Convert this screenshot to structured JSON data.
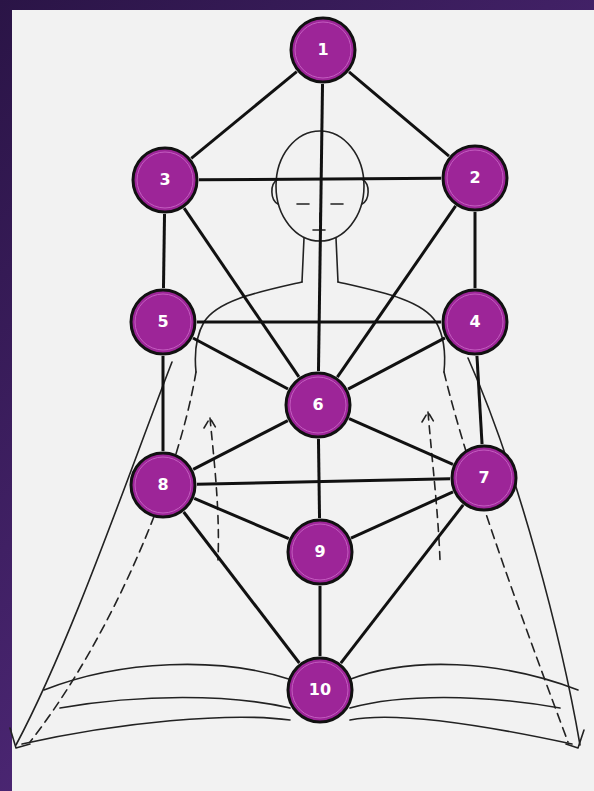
{
  "diagram": {
    "nodes": [
      {
        "text": [
          "1"
        ]
      },
      {
        "text": [
          "3"
        ]
      },
      {
        "text": [
          "2"
        ]
      },
      {
        "text": [
          "5"
        ]
      },
      {
        "text": [
          "4"
        ]
      },
      {
        "text": [
          "6"
        ]
      },
      {
        "text": [
          "8"
        ]
      },
      {
        "text": [
          "7"
        ]
      },
      {
        "text": [
          "9"
        ]
      },
      {
        "text": [
          "10"
        ]
      }
    ],
    "edges": [
      {
        "from": 0,
        "to": 1,
        "arrow": "none"
      },
      {
        "from": 0,
        "to": 2,
        "arrow": "none"
      },
      {
        "from": 0,
        "to": 5,
        "arrow": "none"
      },
      {
        "from": 1,
        "to": 2,
        "arrow": "none"
      },
      {
        "from": 1,
        "to": 3,
        "arrow": "none"
      },
      {
        "from": 1,
        "to": 5,
        "arrow": "none"
      },
      {
        "from": 2,
        "to": 4,
        "arrow": "none"
      },
      {
        "from": 2,
        "to": 5,
        "arrow": "none"
      },
      {
        "from": 3,
        "to": 4,
        "arrow": "none"
      },
      {
        "from": 3,
        "to": 5,
        "arrow": "none"
      },
      {
        "from": 4,
        "to": 5,
        "arrow": "none"
      },
      {
        "from": 3,
        "to": 6,
        "arrow": "none"
      },
      {
        "from": 4,
        "to": 7,
        "arrow": "none"
      },
      {
        "from": 5,
        "to": 6,
        "arrow": "none"
      },
      {
        "from": 5,
        "to": 7,
        "arrow": "none"
      },
      {
        "from": 5,
        "to": 8,
        "arrow": "none"
      },
      {
        "from": 6,
        "to": 7,
        "arrow": "none"
      },
      {
        "from": 6,
        "to": 8,
        "arrow": "none"
      },
      {
        "from": 7,
        "to": 8,
        "arrow": "none"
      },
      {
        "from": 6,
        "to": 9,
        "arrow": "none"
      },
      {
        "from": 7,
        "to": 9,
        "arrow": "none"
      },
      {
        "from": 8,
        "to": 9,
        "arrow": "none"
      }
    ]
  }
}
